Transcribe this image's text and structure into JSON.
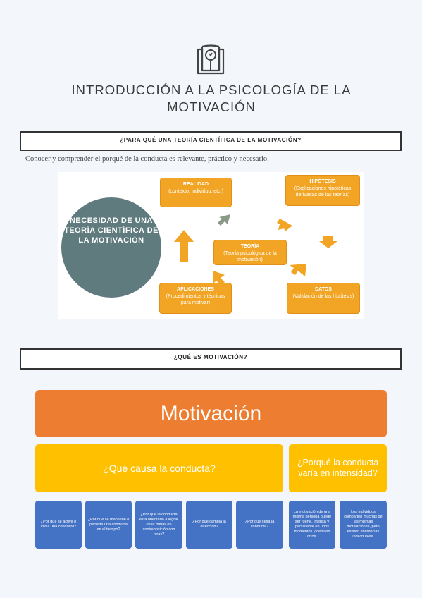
{
  "document": {
    "title": "INTRODUCCIÓN A LA PSICOLOGÍA DE LA MOTIVACIÓN",
    "section1": "¿PARA QUÉ UNA TEORÍA CIENTÍFICA DE LA MOTIVACIÓN?",
    "intro": "Conocer y comprender el porqué de la conducta es relevante, práctico y necesario.",
    "section2": "¿QUÉ ES MOTIVACIÓN?"
  },
  "diagram": {
    "center": "NECESIDAD DE UNA TEORÍA CIENTÍFICA DE LA MOTIVACIÓN",
    "realidad": {
      "head": "REALIDAD",
      "body": "(contexto, individuo, etc.)"
    },
    "hipotesis": {
      "head": "HIPÓTESIS",
      "body": "(Explicaciones hipotéticas derivadas de las teorías)"
    },
    "teoria": {
      "head": "TEORÍA",
      "body": "(Teoría psicológica de la motivación)"
    },
    "aplicaciones": {
      "head": "APLICACIONES",
      "body": "(Procedimientos y técnicas para motivar)"
    },
    "datos": {
      "head": "DATOS",
      "body": "(Validación de las hipótesis)"
    },
    "colors": {
      "box": "#f2a524",
      "circle": "#5f7b7e"
    }
  },
  "chart2": {
    "root": "Motivación",
    "cause": "¿Qué causa la conducta?",
    "variance": "¿Porqué la conducta varía en intensidad?",
    "questions": [
      "¿Por qué se activa o inicia una conducta?",
      "¿Por qué se mantiene o persiste una conducta en el tiempo?",
      "¿Por qué la conducta está orientada a lograr unas metas en contraposición con otras?",
      "¿Por qué cambia la dirección?",
      "¿Por qué cesa la conducta?"
    ],
    "answers": [
      "La motivación de una misma persona puede ser fuerte, intensa y persistente en unos momentos y débil en otros.",
      "Los individuos comparten muchas de las mismas motivaciones, pero existen diferencias individuales."
    ],
    "colors": {
      "root": "#ed7d31",
      "level2": "#ffc000",
      "level3": "#4472c4"
    }
  }
}
